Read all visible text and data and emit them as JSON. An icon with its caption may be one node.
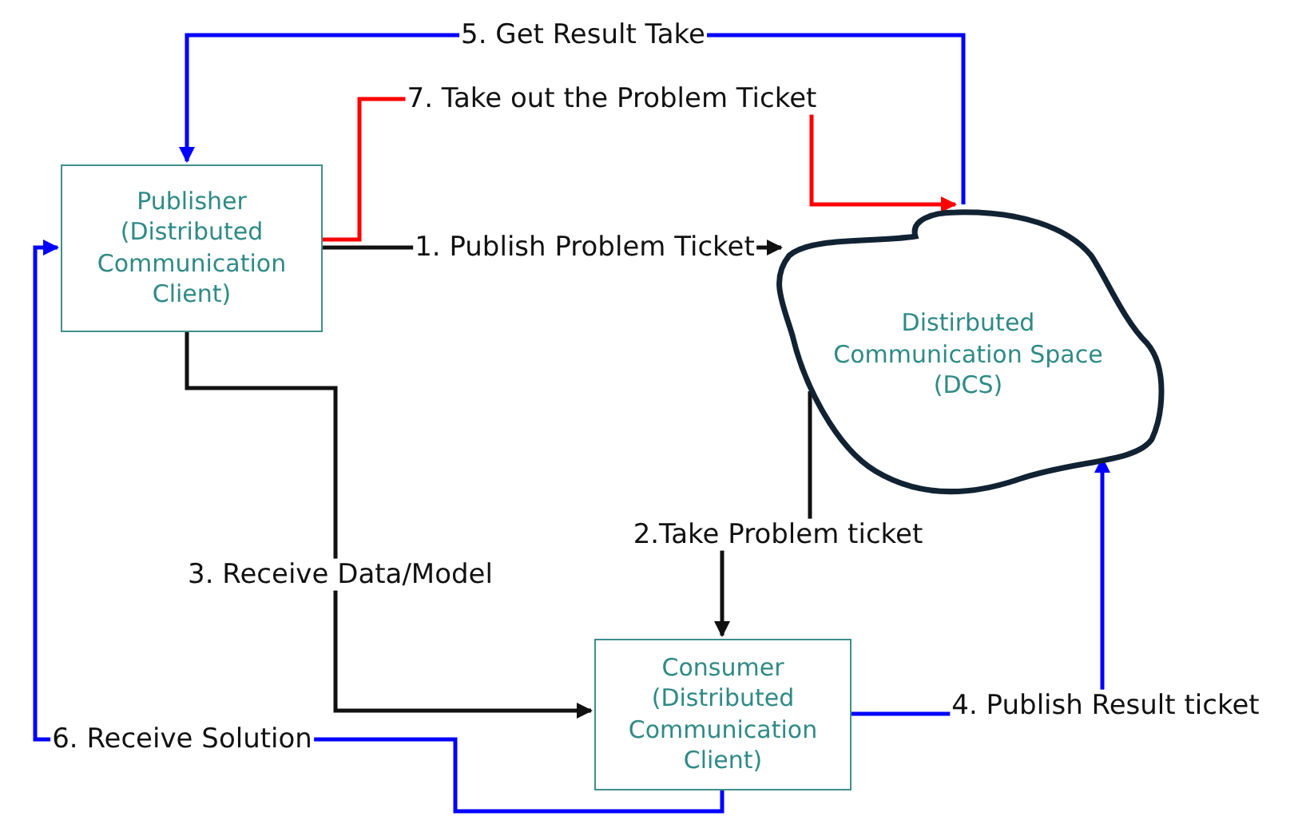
{
  "diagram": {
    "nodes": [
      {
        "text": [
          "Publisher (Distributed Communication Client)"
        ]
      },
      {
        "text": [
          "Distirbuted Communication Space (DCS)"
        ]
      },
      {
        "text": [
          "Consumer (Distributed Communication Client)"
        ]
      }
    ],
    "edges": [
      {
        "from": 0,
        "to": 1,
        "arrow": "to",
        "label": "1. Publish Problem Ticket"
      },
      {
        "from": 1,
        "to": 2,
        "arrow": "to",
        "label": "2.Take Problem ticket"
      },
      {
        "from": 0,
        "to": 2,
        "arrow": "to",
        "label": "3. Receive Data/Model"
      },
      {
        "from": 2,
        "to": 1,
        "arrow": "to",
        "label": "4. Publish Result ticket",
        "color": "#0000ff"
      },
      {
        "from": 1,
        "to": 0,
        "arrow": "to",
        "label": "5. Get Result Take",
        "color": "#0000ff"
      },
      {
        "from": 2,
        "to": 0,
        "arrow": "to",
        "label": "6. Receive Solution",
        "color": "#0000ff"
      },
      {
        "from": 0,
        "to": 1,
        "arrow": "to",
        "label": "7. Take out the Problem Ticket",
        "color": "#ff0000"
      }
    ]
  }
}
